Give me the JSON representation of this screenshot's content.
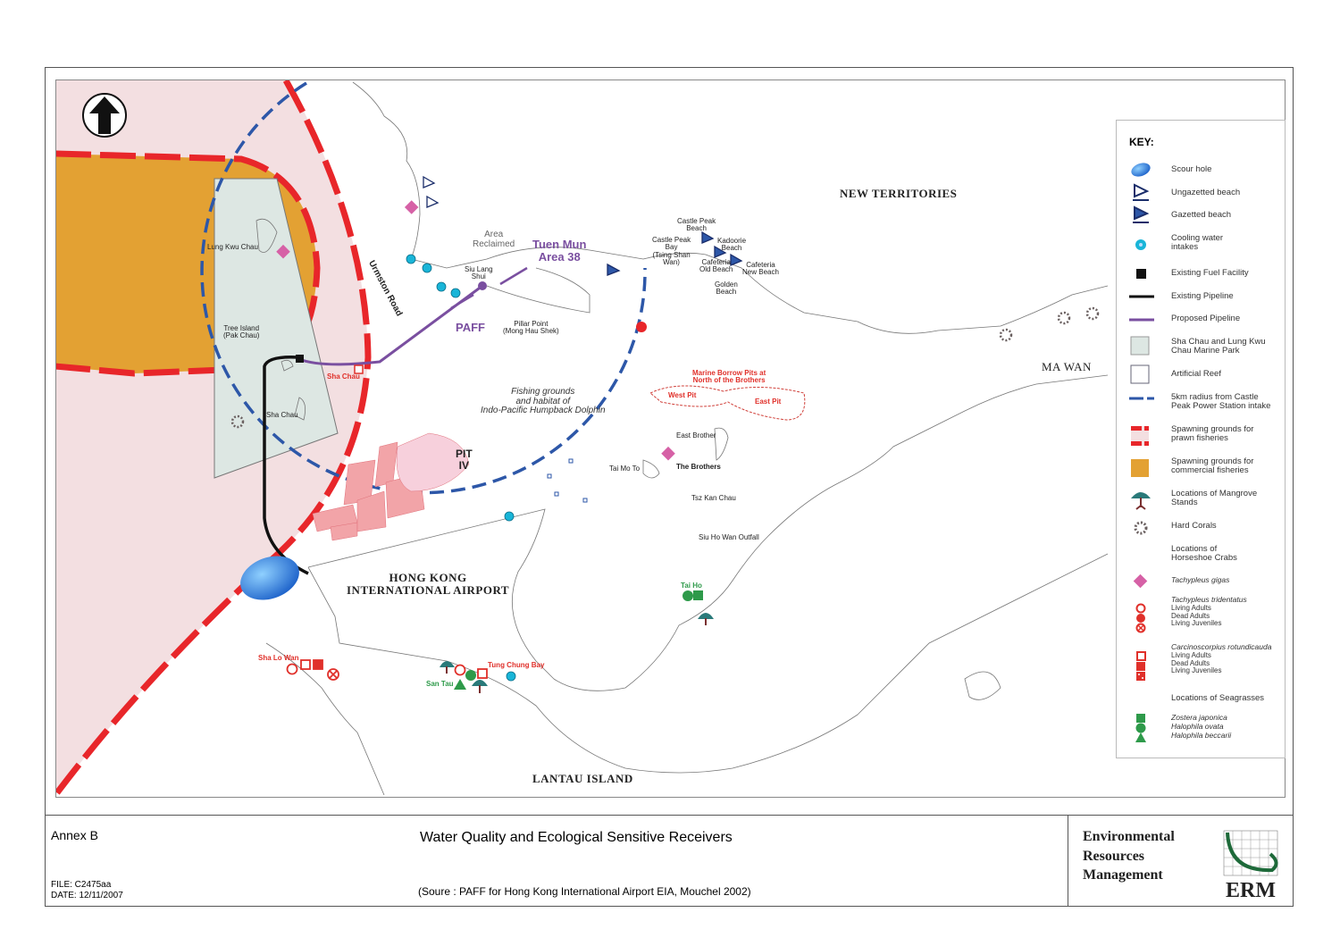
{
  "map": {
    "regions": {
      "new_territories": "NEW TERRITORIES",
      "ma_wan": "MA WAN",
      "airport": "HONG KONG\nINTERNATIONAL AIRPORT",
      "lantau": "LANTAU ISLAND"
    },
    "places": {
      "lung_kwu_chau": "Lung Kwu Chau",
      "tree_island": "Tree Island\n(Pak Chau)",
      "sha_chau": "Sha Chau",
      "sha_chau_red": "Sha Chau",
      "urmston_road": "Urmston Road",
      "area_reclaimed": "Area\nReclaimed",
      "tuen_mun": "Tuen Mun\nArea 38",
      "siu_lang_shui": "Siu Lang\nShui",
      "paff": "PAFF",
      "pillar_point": "Pillar Point\n(Mong Hau Shek)",
      "castle_peak_beach": "Castle Peak\nBeach",
      "castle_peak_bay": "Castle Peak\nBay\n(Tsing Shan\nWan)",
      "kadoorie_beach": "Kadoorie\nBeach",
      "cafeteria_old": "Cafeteria\nOld Beach",
      "cafeteria_new": "Cafeteria\nNew Beach",
      "golden_beach": "Golden\nBeach",
      "fishing_grounds": "Fishing grounds\nand habitat of\nIndo-Pacific Humpback Dolphin",
      "borrow_pits": "Marine Borrow Pits at\nNorth of the Brothers",
      "west_pit": "West Pit",
      "east_pit": "East Pit",
      "pit_iv": "PIT\nIV",
      "east_brother": "East Brother",
      "the_brothers": "The Brothers",
      "tai_mo_to": "Tai Mo To",
      "tsz_kan_chau": "Tsz Kan Chau",
      "siu_ho_wan": "Siu Ho Wan Outfall",
      "tai_ho": "Tai Ho",
      "sha_lo_wan": "Sha Lo Wan",
      "tung_chung_bay": "Tung Chung Bay",
      "san_tau": "San Tau"
    }
  },
  "legend": {
    "title": "KEY:",
    "items": [
      {
        "icon": "scour-hole",
        "label": "Scour hole"
      },
      {
        "icon": "ungazetted-beach",
        "label": "Ungazetted beach"
      },
      {
        "icon": "gazetted-beach",
        "label": "Gazetted beach"
      },
      {
        "icon": "cooling-water-intake",
        "label": "Cooling water\nintakes"
      },
      {
        "icon": "fuel-facility",
        "label": "Existing Fuel Facility"
      },
      {
        "icon": "existing-pipeline",
        "label": "Existing Pipeline"
      },
      {
        "icon": "proposed-pipeline",
        "label": "Proposed Pipeline"
      },
      {
        "icon": "marine-park",
        "label": "Sha Chau and Lung Kwu\nChau Marine Park"
      },
      {
        "icon": "artificial-reef",
        "label": "Artificial Reef"
      },
      {
        "icon": "5km-radius",
        "label": "5km radius from Castle\nPeak Power Station intake"
      },
      {
        "icon": "prawn-spawning",
        "label": "Spawning grounds for\nprawn fisheries"
      },
      {
        "icon": "commercial-spawning",
        "label": "Spawning grounds for\ncommercial fisheries"
      },
      {
        "icon": "mangrove",
        "label": "Locations of Mangrove\nStands"
      },
      {
        "icon": "hard-coral",
        "label": "Hard Corals"
      },
      {
        "icon": "none",
        "label": "Locations of\nHorseshoe Crabs"
      },
      {
        "icon": "tachypleus-gigas",
        "label": "Tachypleus gigas"
      }
    ],
    "tridentatus": {
      "title": "Tachypleus tridentatus",
      "rows": [
        "Living Adults",
        "Dead Adults",
        "Living Juveniles"
      ]
    },
    "carcinoscorpius": {
      "title": "Carcinoscorpius rotundicauda",
      "rows": [
        "Living Adults",
        "Dead Adults",
        "Living Juveniles"
      ]
    },
    "seagrass": {
      "title": "Locations of Seagrasses",
      "rows": [
        "Zostera japonica",
        "Halophila ovata",
        "Halophila beccarii"
      ]
    }
  },
  "footer": {
    "annex": "Annex B",
    "title": "Water Quality and Ecological Sensitive Receivers",
    "file": "FILE: C2475aa",
    "date": "DATE: 12/11/2007",
    "source": "(Soure : PAFF for Hong Kong International Airport EIA, Mouchel 2002)",
    "company": "Environmental\nResources\nManagement",
    "logo_text": "ERM"
  },
  "colors": {
    "red": "#e8262a",
    "orange": "#e3a133",
    "pink": "#f3dfe1",
    "blue": "#2d57a8",
    "purple": "#7a4fa0",
    "park": "#dde7e3"
  }
}
